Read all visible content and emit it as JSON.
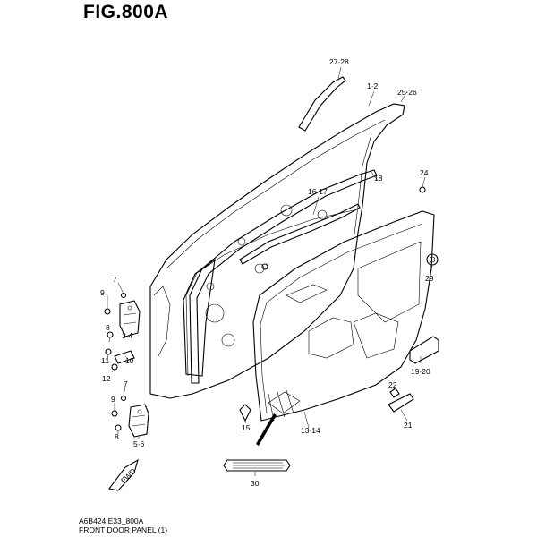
{
  "figure": {
    "title": "FIG.800A",
    "code": "A6B424 E33_800A",
    "caption": "FRONT DOOR PANEL (1)"
  },
  "direction_arrow": {
    "text": "FWD"
  },
  "callouts": [
    "27·28",
    "1·2",
    "25·26",
    "24",
    "16·17",
    "18",
    "29",
    "7",
    "9",
    "3·4",
    "8",
    "11",
    "10",
    "12",
    "7",
    "9",
    "8",
    "5·6",
    "19·20",
    "22",
    "21",
    "15",
    "13·14",
    "30"
  ]
}
